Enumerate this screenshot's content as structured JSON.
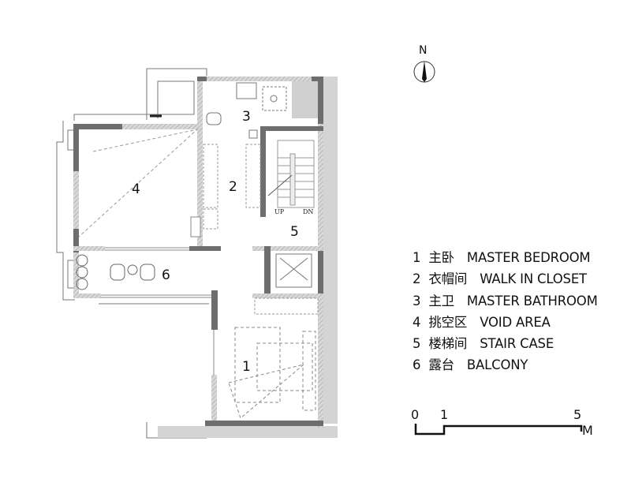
{
  "north_arrow": {
    "label": "N"
  },
  "rooms": [
    {
      "num": "1"
    },
    {
      "num": "2"
    },
    {
      "num": "3"
    },
    {
      "num": "4"
    },
    {
      "num": "5"
    },
    {
      "num": "6"
    }
  ],
  "stair_marks": {
    "up": "UP",
    "down": "DN"
  },
  "legend": [
    {
      "num": "1",
      "zh": "主卧",
      "en": "MASTER BEDROOM"
    },
    {
      "num": "2",
      "zh": "衣帽间",
      "en": "WALK IN CLOSET"
    },
    {
      "num": "3",
      "zh": "主卫",
      "en": "MASTER BATHROOM"
    },
    {
      "num": "4",
      "zh": "挑空区",
      "en": "VOID AREA"
    },
    {
      "num": "5",
      "zh": "楼梯间",
      "en": "STAIR CASE"
    },
    {
      "num": "6",
      "zh": "露台",
      "en": "BALCONY"
    }
  ],
  "scale_bar": {
    "ticks": [
      "0",
      "1",
      "5"
    ],
    "unit": "M"
  }
}
